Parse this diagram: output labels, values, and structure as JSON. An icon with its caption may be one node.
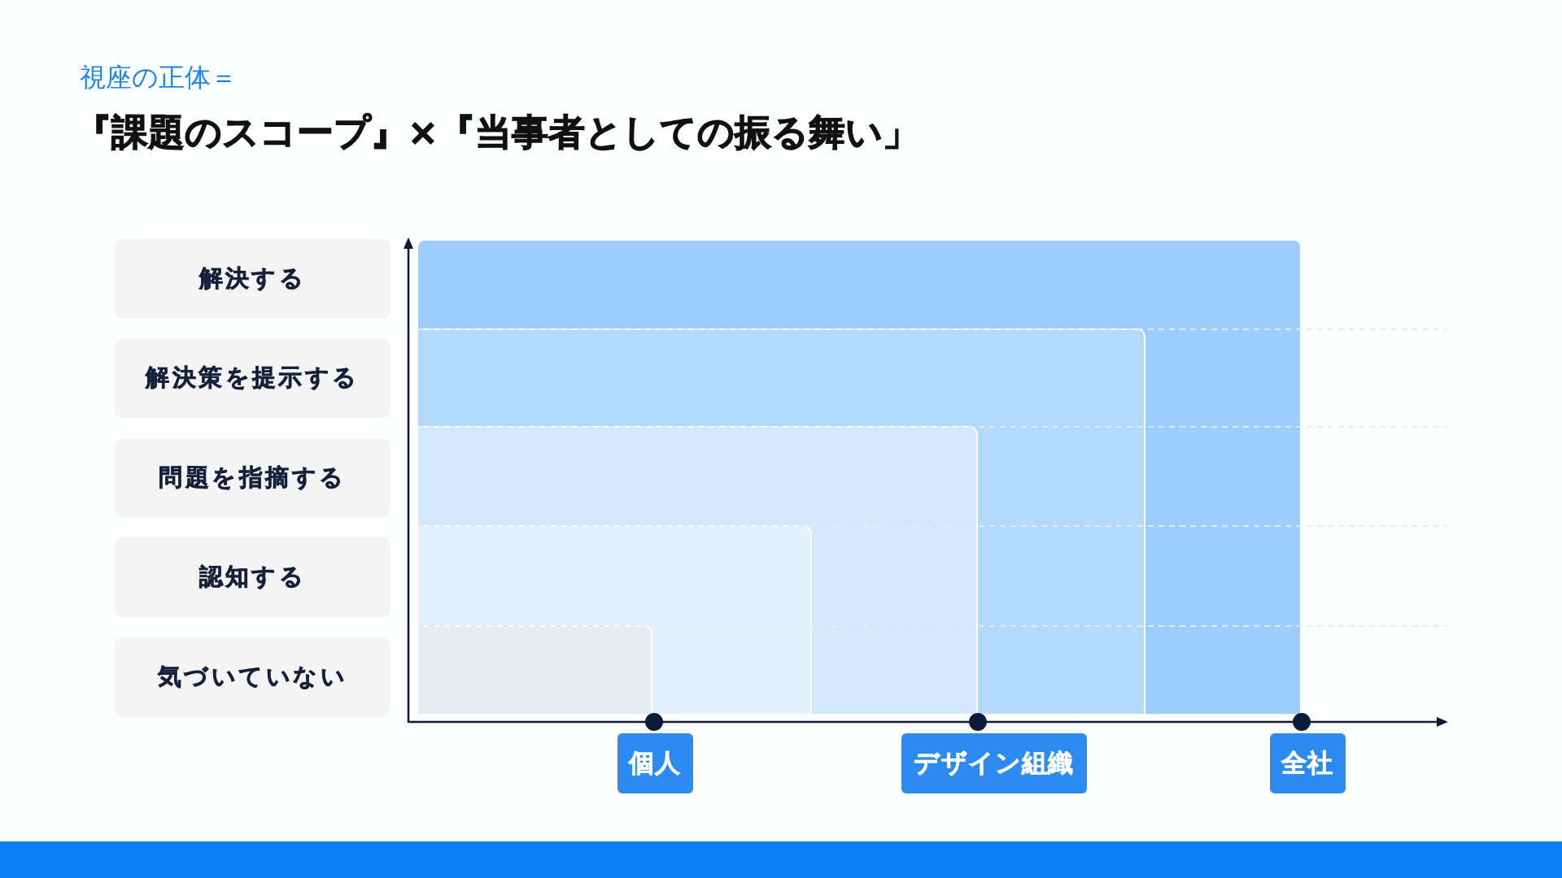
{
  "diagram": {
    "title": "『課題のスコープ』×『当事者としての振る舞い」",
    "nodes": [
      {
        "text": [
          "解決する"
        ]
      },
      {
        "text": [
          "解決策を提示する"
        ]
      },
      {
        "text": [
          "問題を指摘する"
        ]
      },
      {
        "text": [
          "認知する"
        ]
      },
      {
        "text": [
          "気づいていない"
        ]
      },
      {
        "text": [],
        "shape": "box"
      },
      {
        "text": [],
        "shape": "box",
        "in": 5
      },
      {
        "text": [],
        "shape": "box",
        "in": 6
      },
      {
        "text": [],
        "shape": "box",
        "in": 7
      },
      {
        "text": [],
        "shape": "box",
        "in": 8
      },
      {
        "text": [
          "個人"
        ]
      },
      {
        "text": [
          "デザイン組織"
        ]
      },
      {
        "text": [
          "全社"
        ]
      }
    ],
    "labels": [
      "視座の正体＝"
    ]
  }
}
